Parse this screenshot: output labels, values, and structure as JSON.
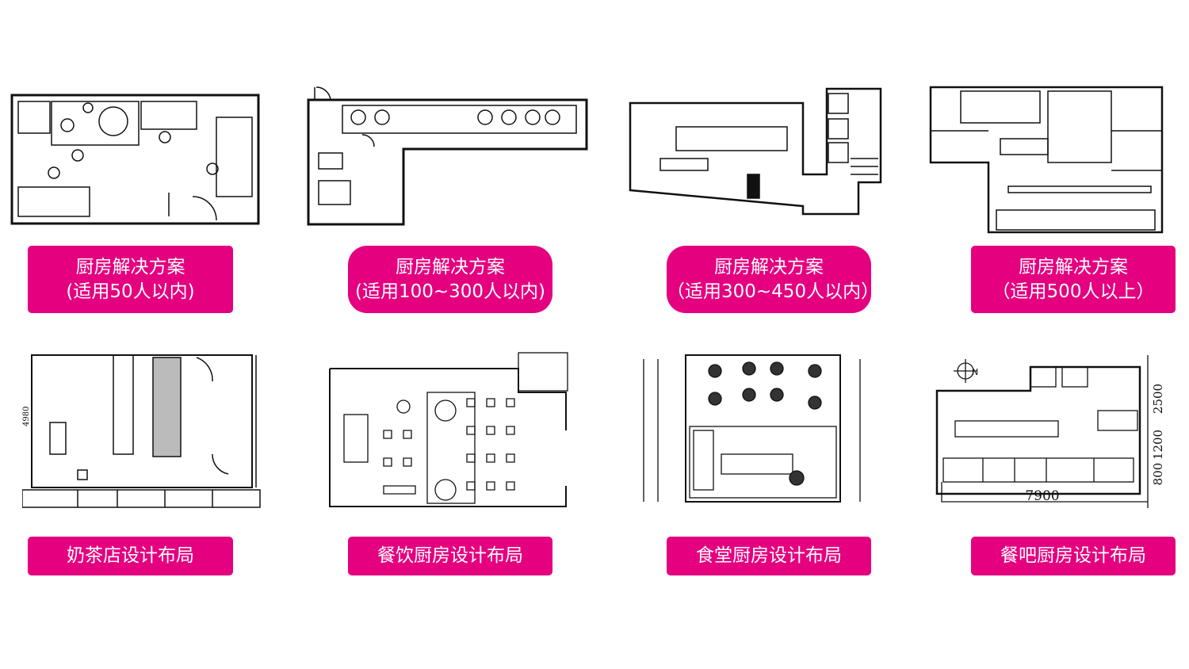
{
  "accent_color": "#e4007f",
  "solutions": [
    {
      "line1": "厨房解决方案",
      "line2": "(适用50人以内)"
    },
    {
      "line1": "厨房解决方案",
      "line2": "(适用100~300人以内)"
    },
    {
      "line1": "厨房解决方案",
      "line2": "（适用300~450人以内）"
    },
    {
      "line1": "厨房解决方案",
      "line2": "（适用500人以上）"
    }
  ],
  "layouts": [
    {
      "label": "奶茶店设计布局",
      "dimension": "4980"
    },
    {
      "label": "餐饮厨房设计布局"
    },
    {
      "label": "食堂厨房设计布局"
    },
    {
      "label": "餐吧厨房设计布局",
      "dimensions": [
        "7900",
        "2500",
        "1200",
        "800"
      ],
      "compass": "N"
    }
  ]
}
